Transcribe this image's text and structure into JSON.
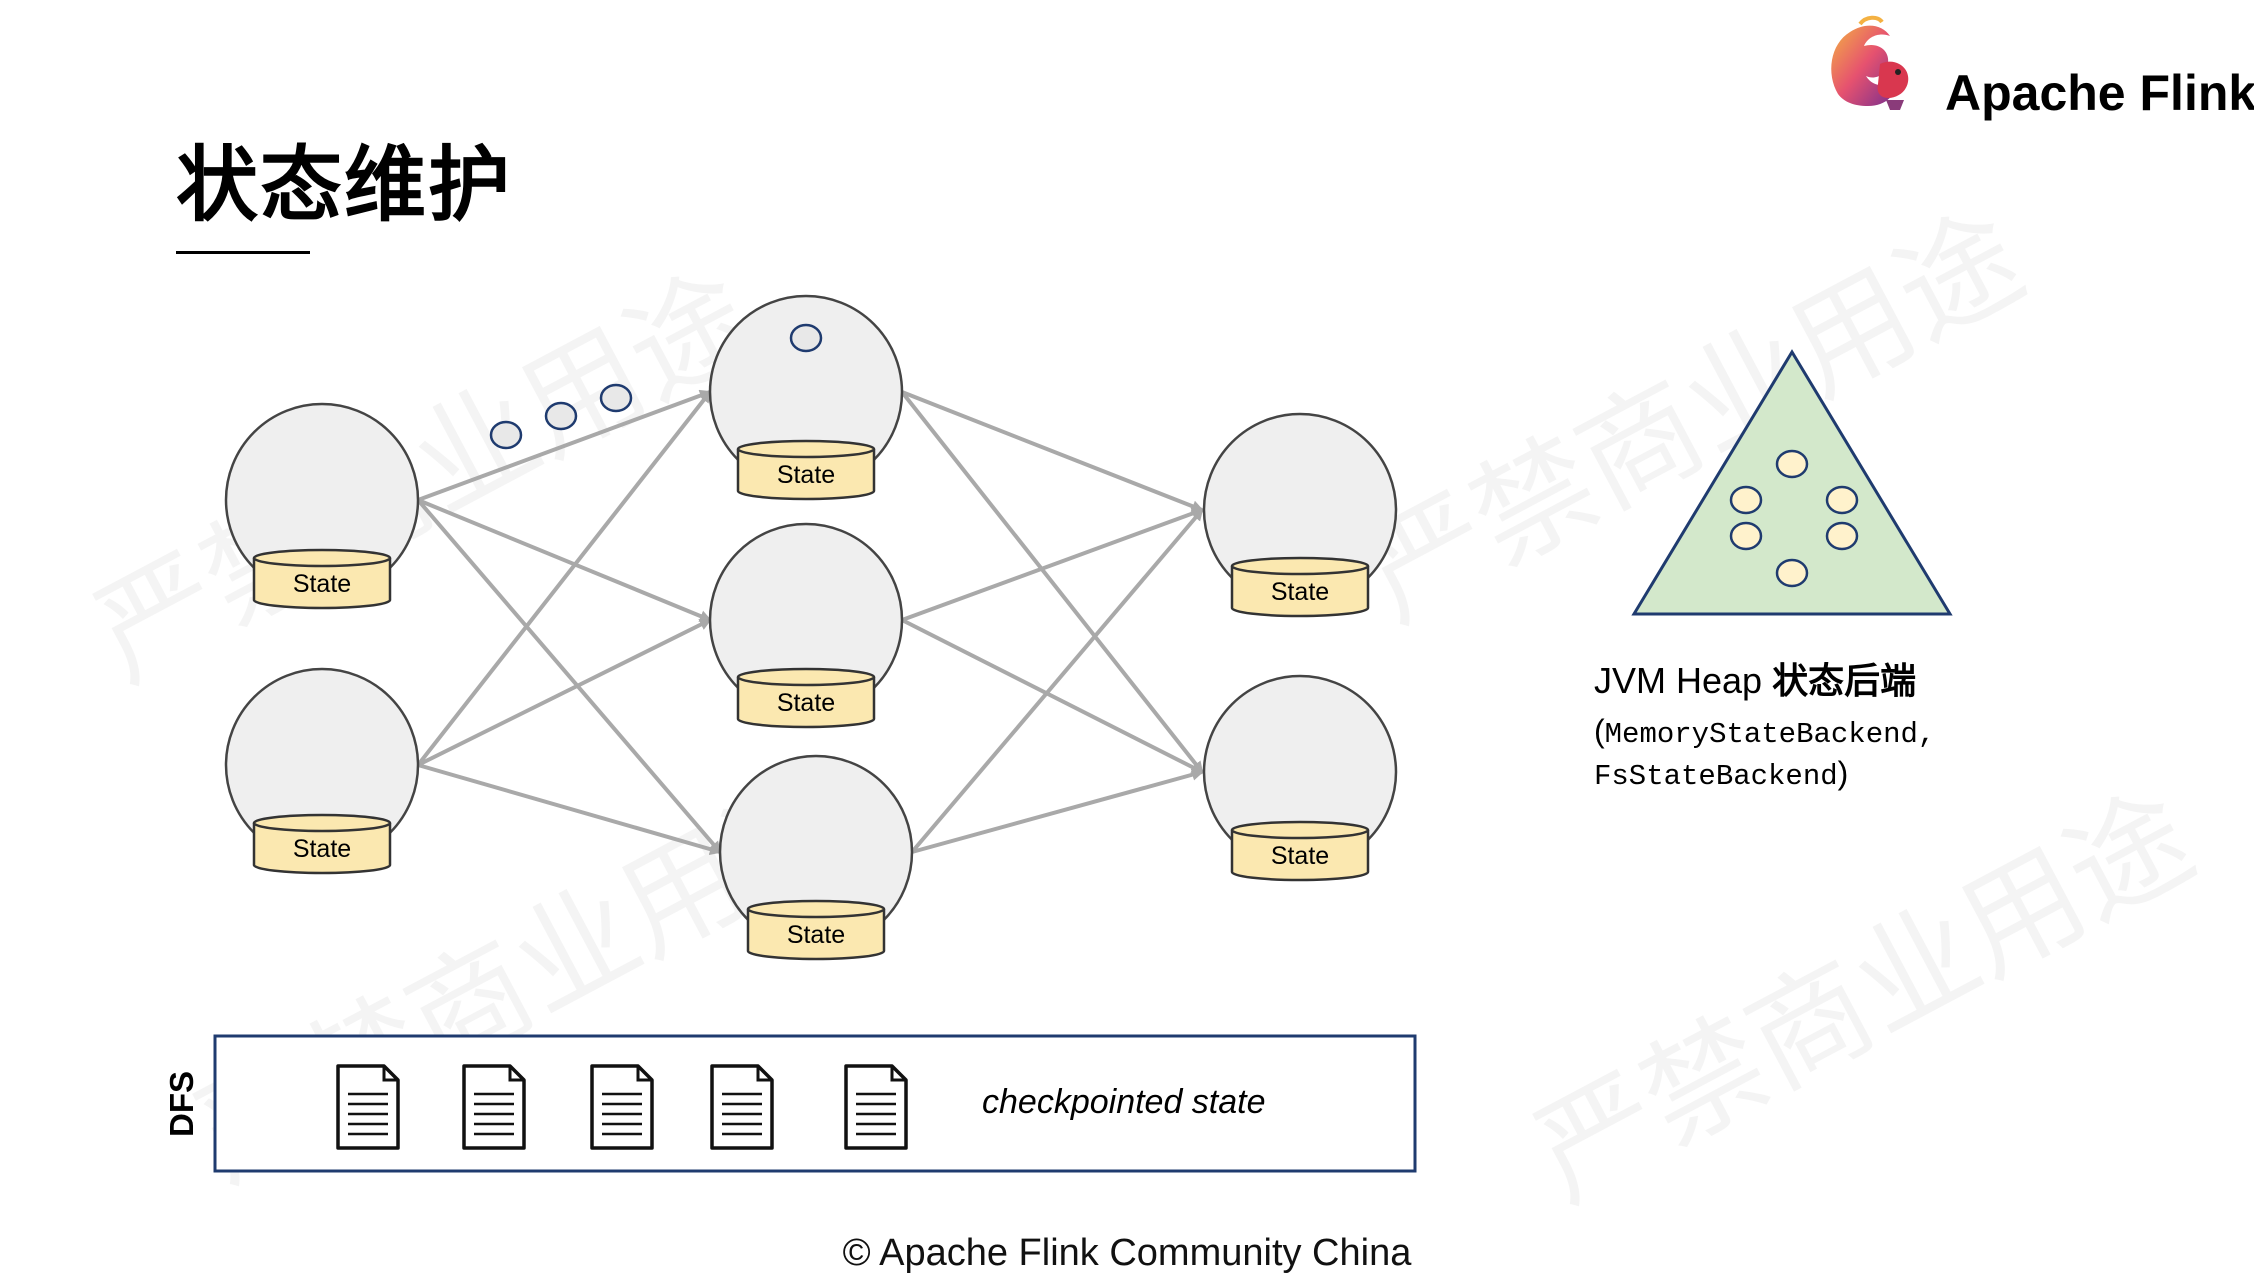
{
  "slide": {
    "title": "状态维护",
    "footer": "© Apache Flink Community China"
  },
  "brand": {
    "name": "Apache Flink",
    "logo_icon": "flink-squirrel-icon"
  },
  "watermark": {
    "text": "严禁商业用途"
  },
  "diagram": {
    "node_state_label": "State",
    "dfs_label": "DFS",
    "checkpoint_caption": "checkpointed state",
    "document_icon_count": 5,
    "colors": {
      "node_fill": "#efefef",
      "state_fill": "#fbe8b0",
      "arrow": "#a9a9a9",
      "triangle_fill": "#d3e8cb",
      "triangle_stroke": "#1f3b6f",
      "token_fill": "#fff2cc",
      "dfs_border": "#1f3b6f"
    }
  },
  "backend": {
    "title_prefix": "JVM Heap",
    "title_suffix": "状态后端",
    "open_paren": "(",
    "class_1": "MemoryStateBackend,",
    "class_2": "FsStateBackend",
    "close_paren": ")"
  }
}
